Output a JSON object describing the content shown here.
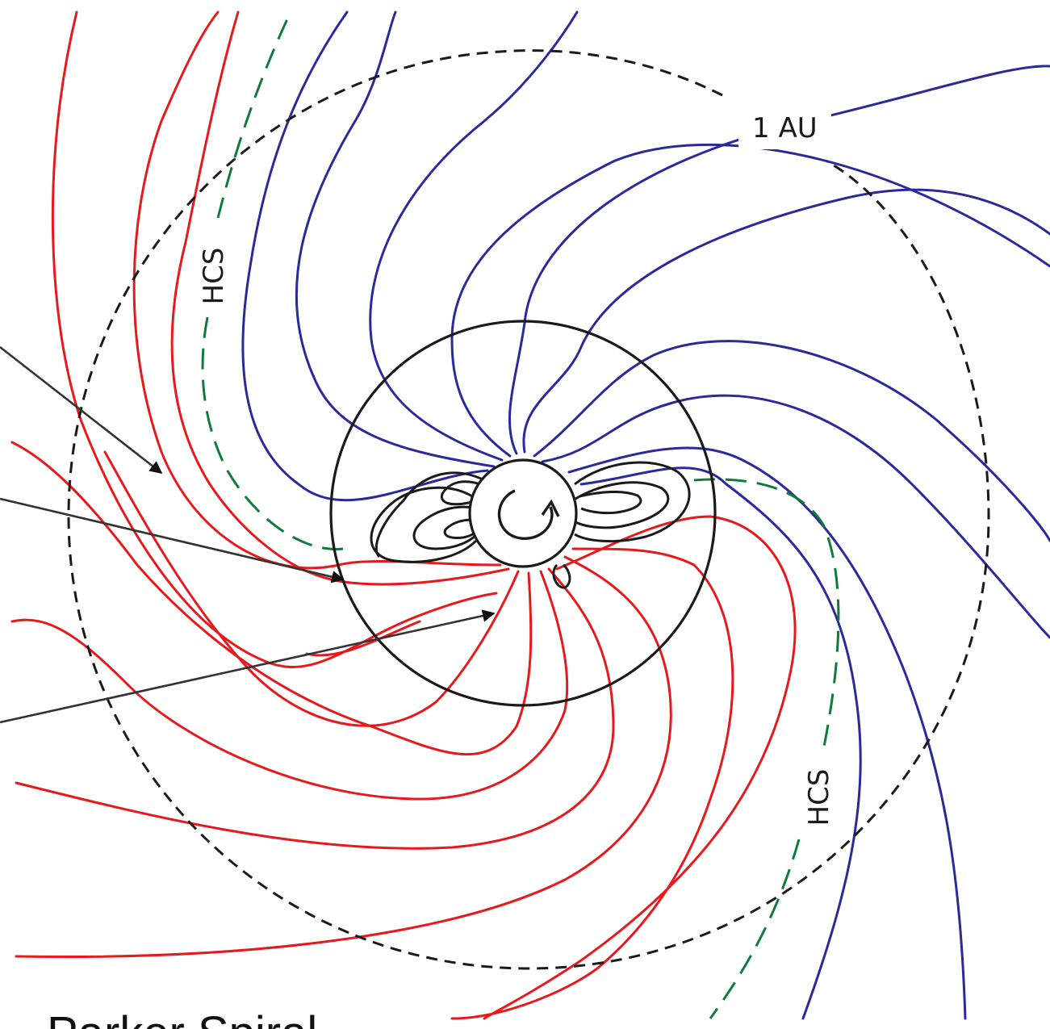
{
  "diagram": {
    "title": "Parker Spiral",
    "orbit_label": "1 AU",
    "current_sheet_labels": [
      "HCS",
      "HCS"
    ],
    "colors": {
      "outward_field": "#2a2a9a",
      "inward_field": "#e8191c",
      "current_sheet": "#0f7b3a",
      "structure": "#1a1a1a"
    },
    "icons": [
      "sun-rotation-arrow-icon"
    ]
  }
}
